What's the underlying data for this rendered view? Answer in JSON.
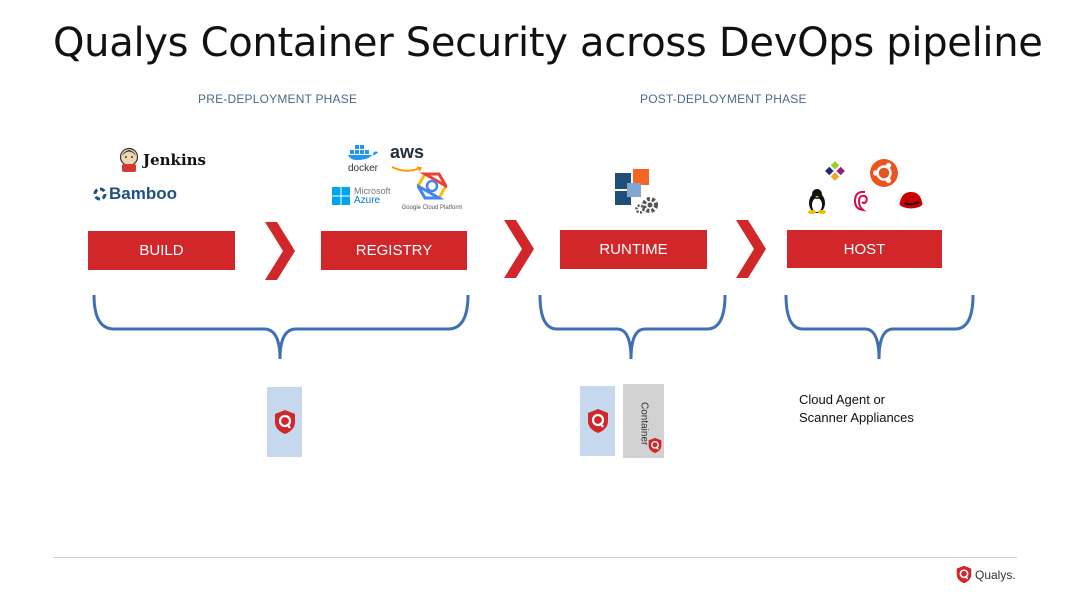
{
  "title": "Qualys Container Security across DevOps pipeline",
  "phases": {
    "pre": "PRE-DEPLOYMENT PHASE",
    "post": "POST-DEPLOYMENT PHASE"
  },
  "stages": {
    "build": "BUILD",
    "registry": "REGISTRY",
    "runtime": "RUNTIME",
    "host": "HOST"
  },
  "logos": {
    "jenkins": "Jenkins",
    "bamboo": "Bamboo",
    "docker": "docker",
    "aws": "aws",
    "azure_top": "Microsoft",
    "azure_bottom": "Azure",
    "gcp": "Google Cloud Platform"
  },
  "container_label": "Container",
  "host_note": [
    "Cloud Agent or",
    "Scanner Appliances"
  ],
  "footer_brand": "Qualys.",
  "colors": {
    "accent": "#d1272b",
    "brace": "#3f6fb5",
    "card_blue": "#c6d8ee",
    "card_gray": "#d2d2d2"
  }
}
